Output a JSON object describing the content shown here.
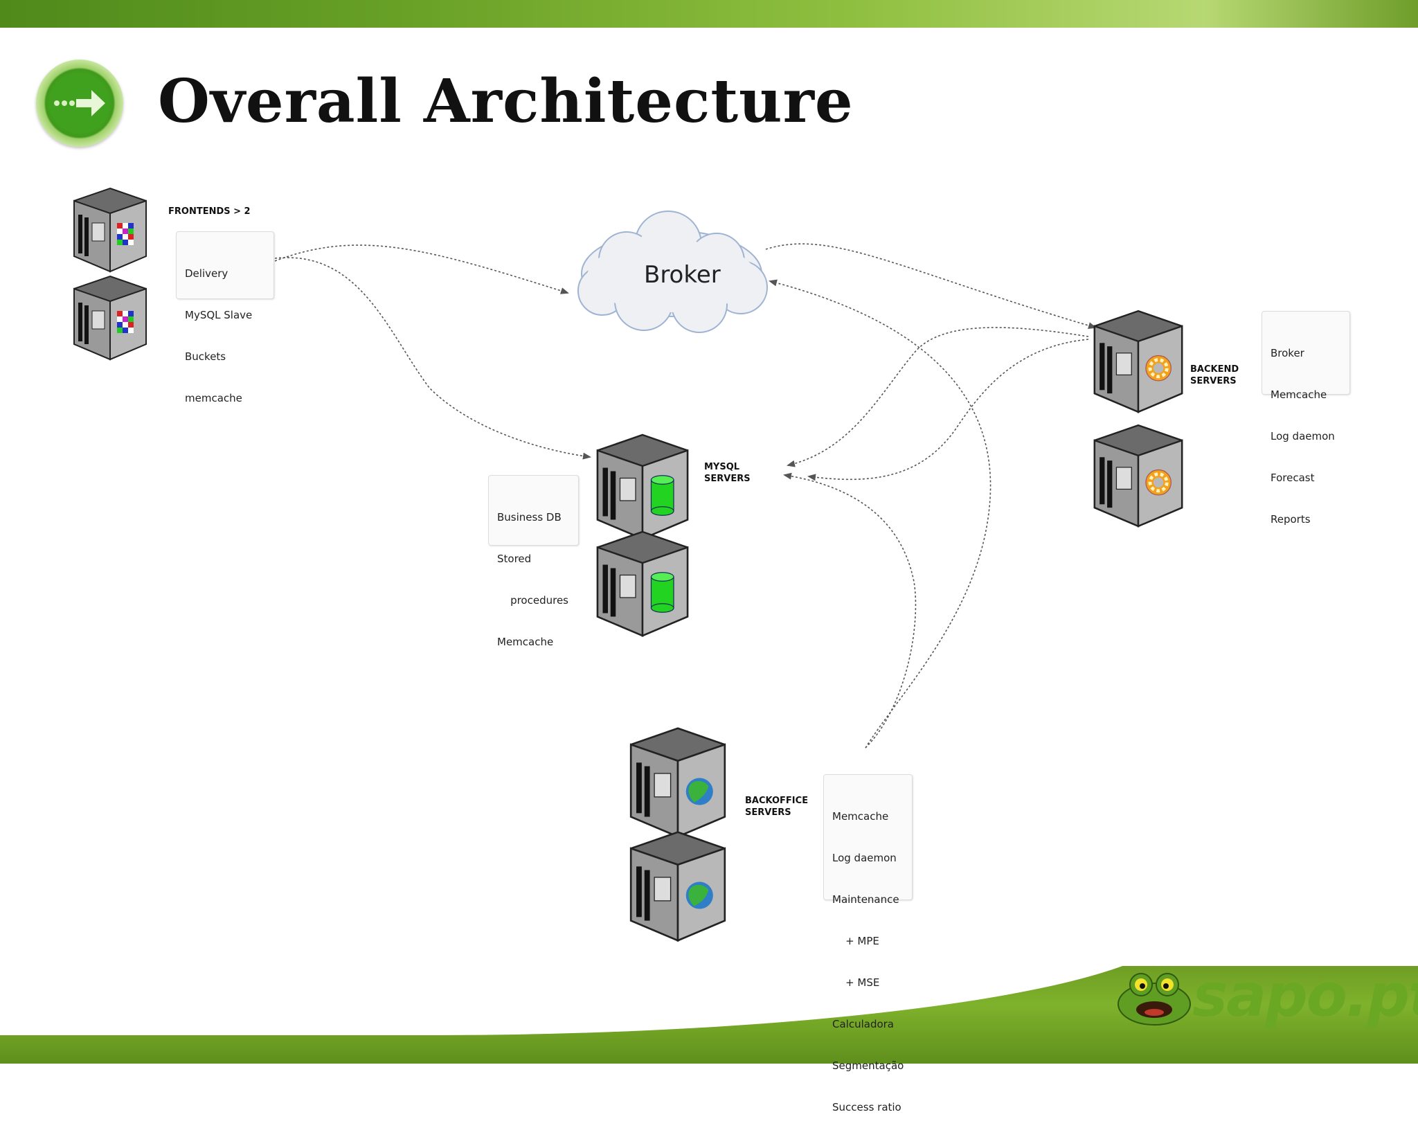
{
  "slide": {
    "title": "Overall Architecture"
  },
  "cloud": {
    "label": "Broker"
  },
  "frontends": {
    "label": "FRONTENDS > 2",
    "services": [
      "Delivery",
      "MySQL Slave",
      "Buckets",
      "memcache"
    ]
  },
  "mysql": {
    "label": "MYSQL\nSERVERS",
    "services": [
      "Business DB",
      "Stored",
      "    procedures",
      "Memcache"
    ]
  },
  "backend": {
    "label": "BACKEND\nSERVERS",
    "services": [
      "Broker",
      "Memcache",
      "Log daemon",
      "Forecast",
      "Reports"
    ]
  },
  "backoffice": {
    "label": "BACKOFFICE\nSERVERS",
    "services": [
      "Memcache",
      "Log daemon",
      "Maintenance",
      "    + MPE",
      "    + MSE",
      "Calculadora",
      "Segmentação",
      "Success ratio"
    ]
  },
  "logo": {
    "text": "sapo.pt"
  },
  "colors": {
    "brand_green": "#6aa824",
    "db_green": "#22d322",
    "gear_orange": "#f3a01b",
    "server_gray": "#8c8c8c"
  },
  "icons": [
    "arrow-circle-icon",
    "server-icon",
    "database-icon",
    "gear-icon",
    "globe-icon",
    "cloud-icon",
    "frog-icon"
  ]
}
